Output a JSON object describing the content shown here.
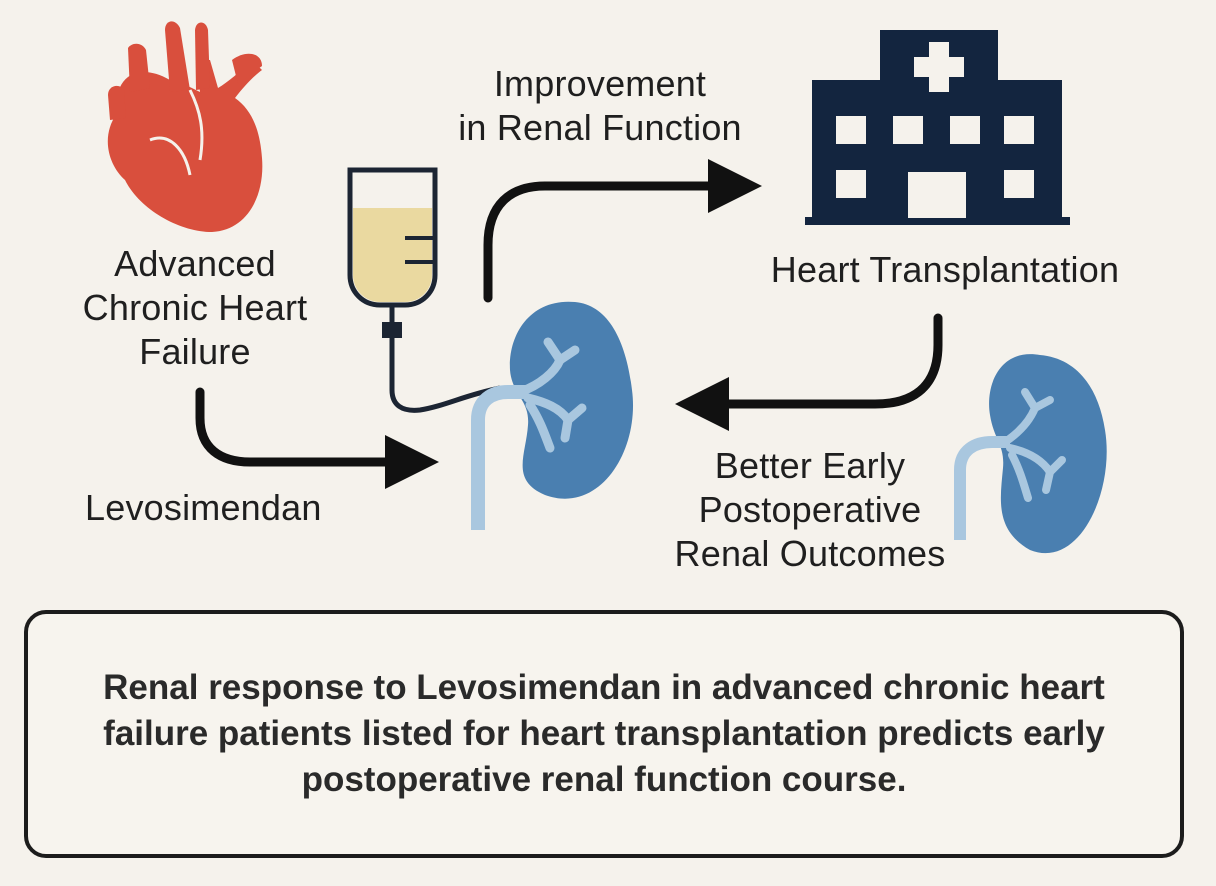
{
  "labels": {
    "heart": "Advanced\nChronic Heart\nFailure",
    "drug": "Levosimendan",
    "improvement": "Improvement\nin Renal Function",
    "transplant": "Heart Transplantation",
    "outcomes": "Better Early\nPostoperative\nRenal Outcomes"
  },
  "summary": "Renal response to Levosimendan in advanced chronic heart failure patients listed for heart transplantation predicts early postoperative renal function course.",
  "icons": [
    "heart-icon",
    "iv-bag-icon",
    "kidney-icon",
    "hospital-icon",
    "kidney-small-icon"
  ],
  "colors": {
    "background": "#f5f2ec",
    "heart": "#d94f3d",
    "kidney": "#4a7fb0",
    "kidney_vessel": "#a9c7df",
    "hospital": "#13253f",
    "iv_fluid": "#ead9a0",
    "arrow": "#111111"
  }
}
